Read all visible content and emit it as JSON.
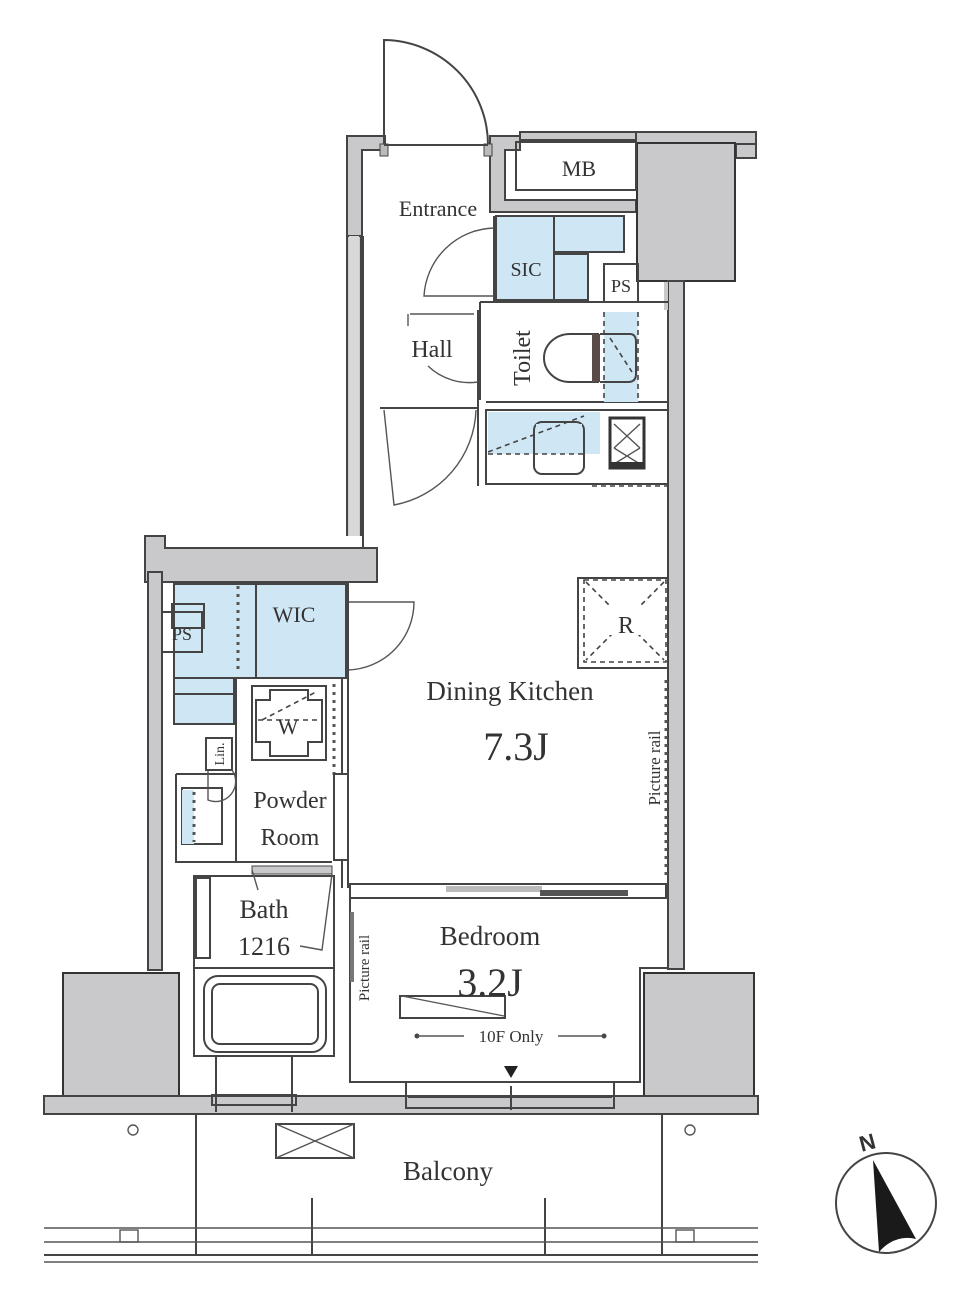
{
  "plan": {
    "rooms": {
      "entrance": "Entrance",
      "mb": "MB",
      "sic": "SIC",
      "ps_top": "PS",
      "hall": "Hall",
      "toilet": "Toilet",
      "wic": "WIC",
      "ps_left": "PS",
      "washer": "W",
      "linen": "Lin.",
      "powder_room_line1": "Powder",
      "powder_room_line2": "Room",
      "bath_line1": "Bath",
      "bath_line2": "1216",
      "dining_kitchen": "Dining Kitchen",
      "dining_kitchen_size": "7.3J",
      "refrigerator": "R",
      "picture_rail_dk": "Picture rail",
      "bedroom": "Bedroom",
      "bedroom_size": "3.2J",
      "picture_rail_bed": "Picture rail",
      "bedroom_note": "10F Only",
      "balcony": "Balcony"
    },
    "compass": {
      "label": "N"
    },
    "colors": {
      "wall": "#c9c9cb",
      "storage": "#cfe7f5",
      "line": "#444444",
      "text": "#333333"
    }
  }
}
